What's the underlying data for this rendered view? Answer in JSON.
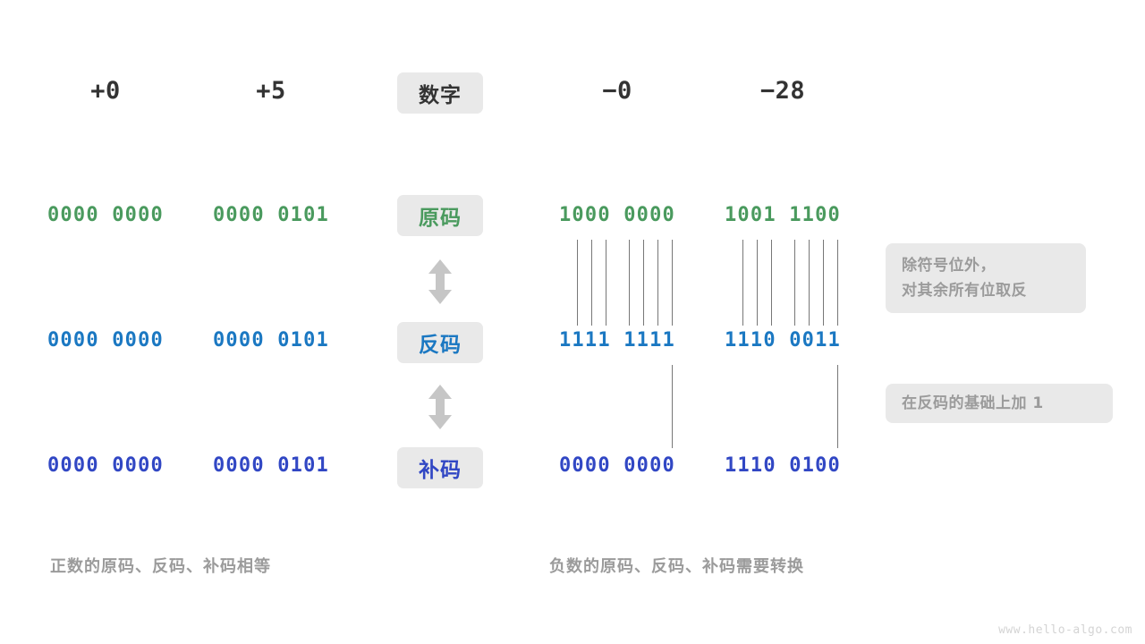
{
  "diagram": {
    "title_watermark": "www.hello-algo.com",
    "columns": {
      "header_label": "数字",
      "positive": [
        "+0",
        "+5"
      ],
      "negative": [
        "−0",
        "−28"
      ]
    },
    "row_labels": {
      "sign_magnitude": "原码",
      "ones_complement": "反码",
      "twos_complement": "补码"
    },
    "rows": [
      {
        "label_key": "sign_magnitude",
        "color": "#4a9a5e",
        "values": [
          "0000 0000",
          "0000 0101",
          "1000 0000",
          "1001 1100"
        ]
      },
      {
        "label_key": "ones_complement",
        "color": "#1b78c2",
        "values": [
          "0000 0000",
          "0000 0101",
          "1111 1111",
          "1110 0011"
        ]
      },
      {
        "label_key": "twos_complement",
        "color": "#3147c4",
        "values": [
          "0000 0000",
          "0000 0101",
          "0000 0000",
          "1110 0100"
        ]
      }
    ],
    "notes": [
      {
        "text": "除符号位外，\n对其余所有位取反"
      },
      {
        "text": "在反码的基础上加 1"
      }
    ],
    "captions": {
      "left": "正数的原码、反码、补码相等",
      "right": "负数的原码、反码、补码需要转换"
    },
    "arrows": {
      "icon_name": "double-headed-vertical-arrow",
      "color": "#c6c6c6"
    },
    "colors": {
      "chip_background": "#e9e9e9",
      "note_background": "#e9e9e9",
      "note_text": "#9b9b9b",
      "connector_line": "#777777",
      "header_text": "#333333",
      "watermark": "#d4d4d4"
    }
  }
}
